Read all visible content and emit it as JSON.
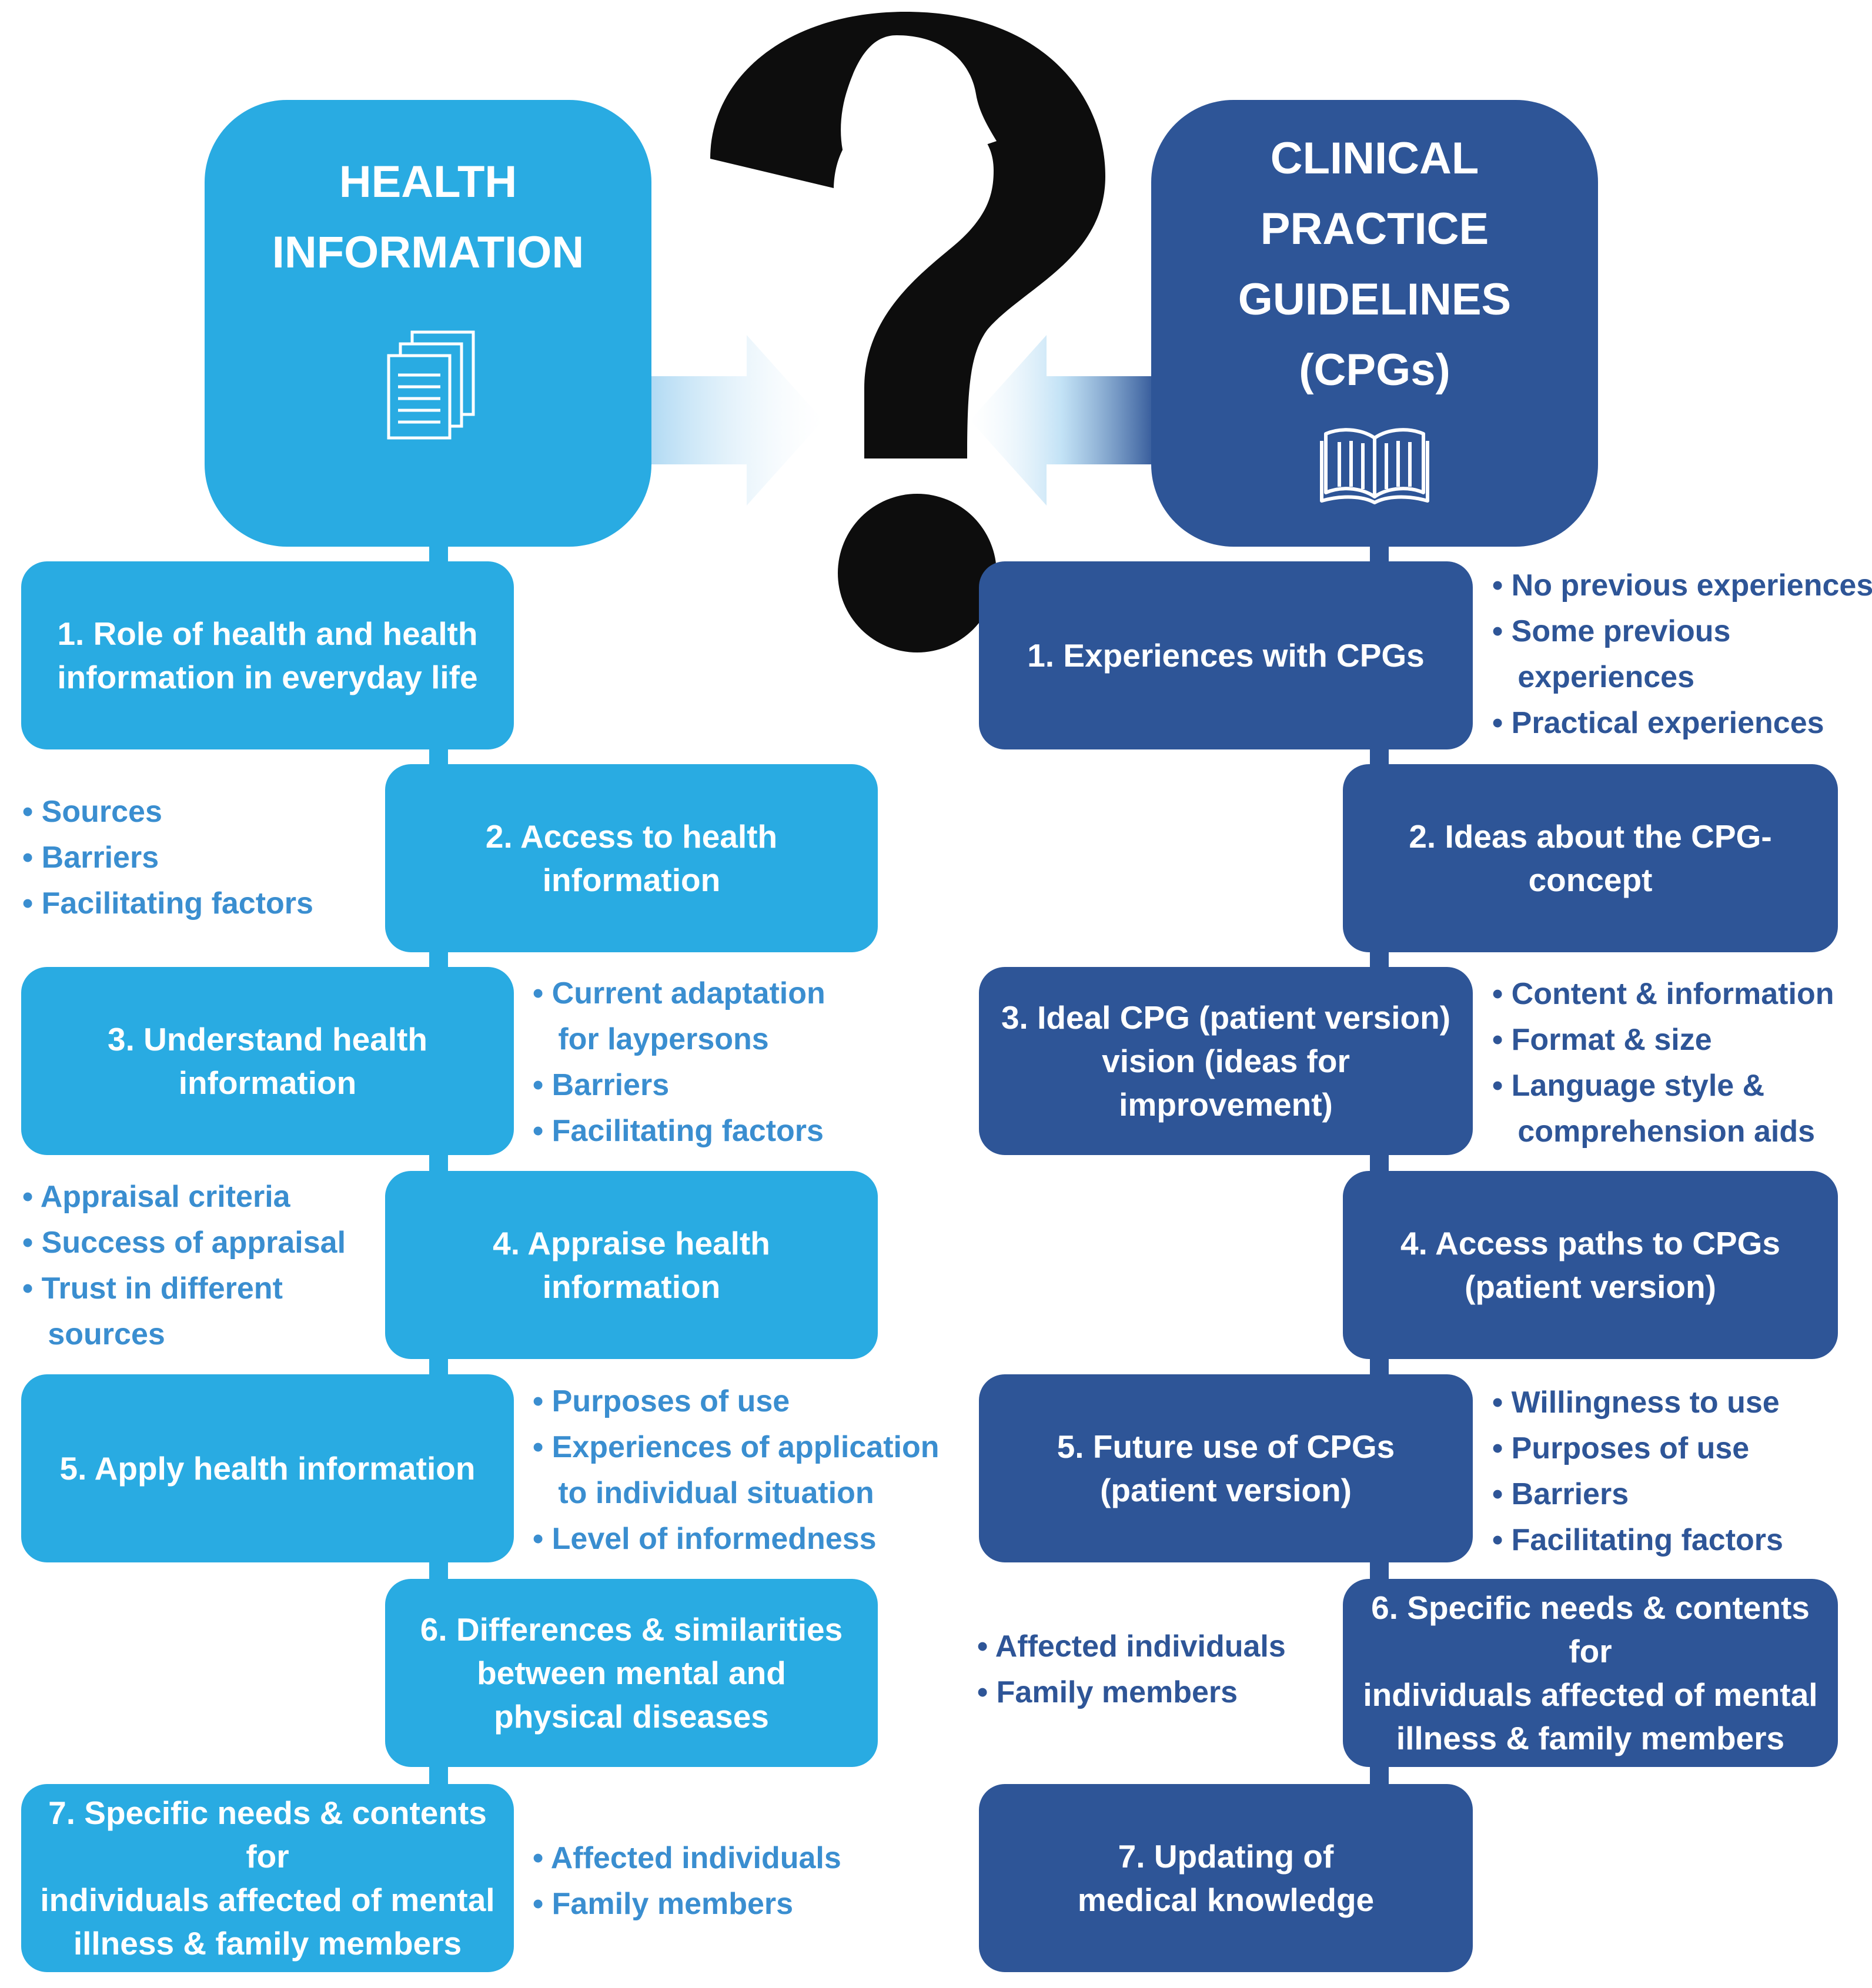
{
  "left": {
    "header": {
      "title": "HEALTH\nINFORMATION",
      "icon": "documents-icon"
    },
    "boxes": [
      "1. Role of health and health\ninformation in everyday life",
      "2. Access to health information",
      "3. Understand health\ninformation",
      "4. Appraise health information",
      "5. Apply health information",
      "6. Differences & similarities\nbetween mental and\nphysical diseases",
      "7. Specific needs & contents for\nindividuals affected of mental\nillness & family members"
    ],
    "bullets": {
      "b2": [
        "• Sources",
        "• Barriers",
        "• Facilitating factors"
      ],
      "b3": [
        "• Current adaptation",
        "   for laypersons",
        "• Barriers",
        "• Facilitating factors"
      ],
      "b4": [
        "• Appraisal criteria",
        "• Success of appraisal",
        "• Trust in different",
        "   sources"
      ],
      "b5": [
        "• Purposes of use",
        "• Experiences of application",
        "   to individual situation",
        "• Level of informedness"
      ],
      "b7": [
        "• Affected individuals",
        "• Family members"
      ]
    }
  },
  "right": {
    "header": {
      "title": "CLINICAL\nPRACTICE\nGUIDELINES\n(CPGs)",
      "icon": "open-book-icon"
    },
    "boxes": [
      "1. Experiences with CPGs",
      "2. Ideas about the CPG-concept",
      "3. Ideal CPG (patient version)\nvision (ideas for improvement)",
      "4. Access paths to CPGs\n(patient version)",
      "5. Future use of CPGs\n(patient version)",
      "6. Specific needs & contents for\nindividuals affected of mental\nillness & family members",
      "7. Updating of\nmedical knowledge"
    ],
    "bullets": {
      "b1": [
        "• No previous experiences",
        "• Some previous",
        "   experiences",
        "• Practical experiences"
      ],
      "b3": [
        "• Content & information",
        "• Format & size",
        "• Language style &",
        "   comprehension aids"
      ],
      "b5": [
        "• Willingness to use",
        "• Purposes of use",
        "• Barriers",
        "• Facilitating factors"
      ],
      "b6": [
        "• Affected individuals",
        "• Family members"
      ]
    }
  },
  "center": {
    "icon": "question-mark-head-icon"
  },
  "colors": {
    "light_blue": "#29abe2",
    "dark_blue": "#2e5597",
    "bullet_light": "#3a8ed0"
  }
}
